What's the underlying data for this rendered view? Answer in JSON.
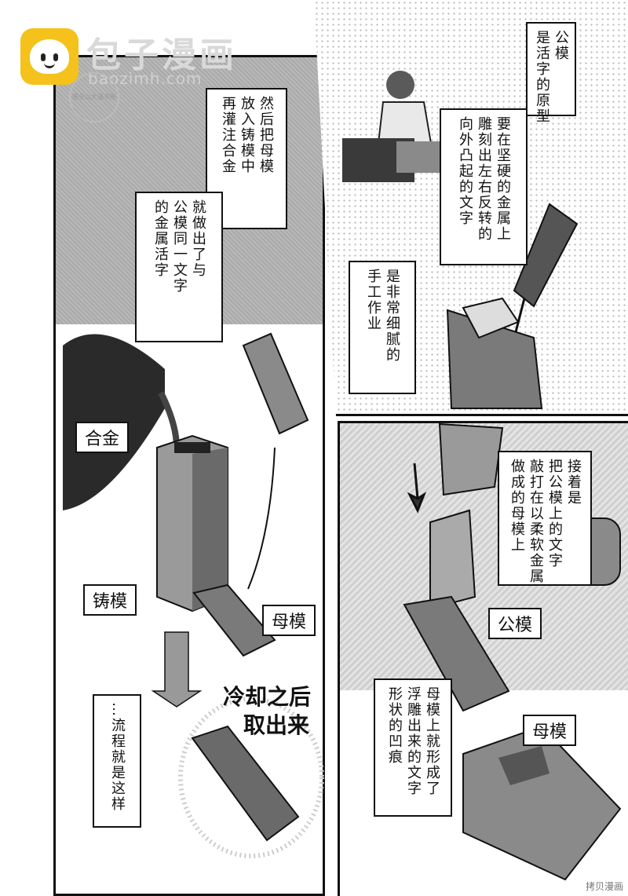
{
  "watermark": {
    "brand": "包子漫画",
    "url": "baozimh.com",
    "seal_text": "堡垒山大漫书屋",
    "footer": "拷贝漫画"
  },
  "captions": {
    "top_right_1": [
      "公模",
      "是活字的原型"
    ],
    "top_right_2": [
      "要在坚硬的金属上",
      "雕刻出左右反转的",
      "向外凸起的文字"
    ],
    "top_right_3": [
      "是非常细腻的",
      "手工作业"
    ],
    "left_1": [
      "然后把母模",
      "放入铸模中",
      "再灌注合金"
    ],
    "left_2": [
      "就做出了与",
      "公模同一文字",
      "的金属活字"
    ],
    "left_3": [
      "…流程就是这样"
    ],
    "bottom_right_1": [
      "接着是",
      "把公模上的文字",
      "敲打在以柔软金属",
      "做成的母模上"
    ],
    "bottom_right_2": [
      "母模上就形成了",
      "浮雕出来的文字",
      "形状的凹痕"
    ]
  },
  "labels": {
    "alloy": "合金",
    "casting_mold": "铸模",
    "matrix_left": "母模",
    "punch": "公模",
    "matrix_right": "母模"
  },
  "handwritten": {
    "cool_line1": "冷却之后",
    "cool_line2": "取出来"
  },
  "colors": {
    "ink": "#111111",
    "screentone": "#b0b0b0",
    "logo_yellow": "#f4c21a"
  }
}
